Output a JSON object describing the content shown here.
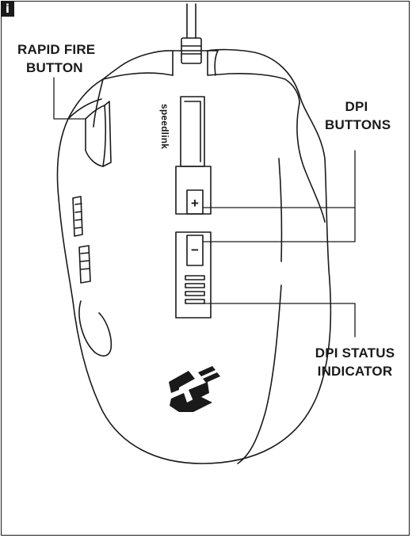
{
  "badge": {
    "label": "i"
  },
  "labels": {
    "rapid_fire": [
      "RAPID FIRE",
      "BUTTON"
    ],
    "dpi_buttons": [
      "DPI",
      "BUTTONS"
    ],
    "dpi_status": [
      "DPI STATUS",
      "INDICATOR"
    ],
    "brand_text": "speedlink",
    "plus": "+",
    "minus": "−"
  },
  "colors": {
    "line": "#1a1a1a",
    "background": "#ffffff"
  }
}
